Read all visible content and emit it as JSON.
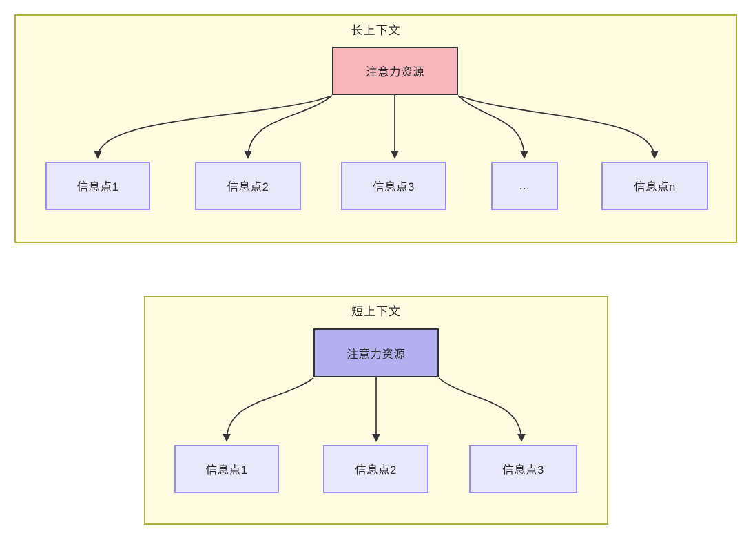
{
  "diagram": {
    "long_context": {
      "title": "长上下文",
      "attention_label": "注意力资源",
      "nodes": [
        {
          "label": "信息点1"
        },
        {
          "label": "信息点2"
        },
        {
          "label": "信息点3"
        },
        {
          "label": "..."
        },
        {
          "label": "信息点n"
        }
      ]
    },
    "short_context": {
      "title": "短上下文",
      "attention_label": "注意力资源",
      "nodes": [
        {
          "label": "信息点1"
        },
        {
          "label": "信息点2"
        },
        {
          "label": "信息点3"
        }
      ]
    },
    "colors": {
      "container_fill": "#fdfce1",
      "container_border": "#b0b23e",
      "attention_long_fill": "#f7b6bc",
      "attention_short_fill": "#b3b0ef",
      "dark_border": "#333333",
      "info_fill": "#e9e8fb",
      "info_border": "#9b8cf0",
      "arrow": "#333333",
      "page_background": "#ffffff"
    }
  }
}
